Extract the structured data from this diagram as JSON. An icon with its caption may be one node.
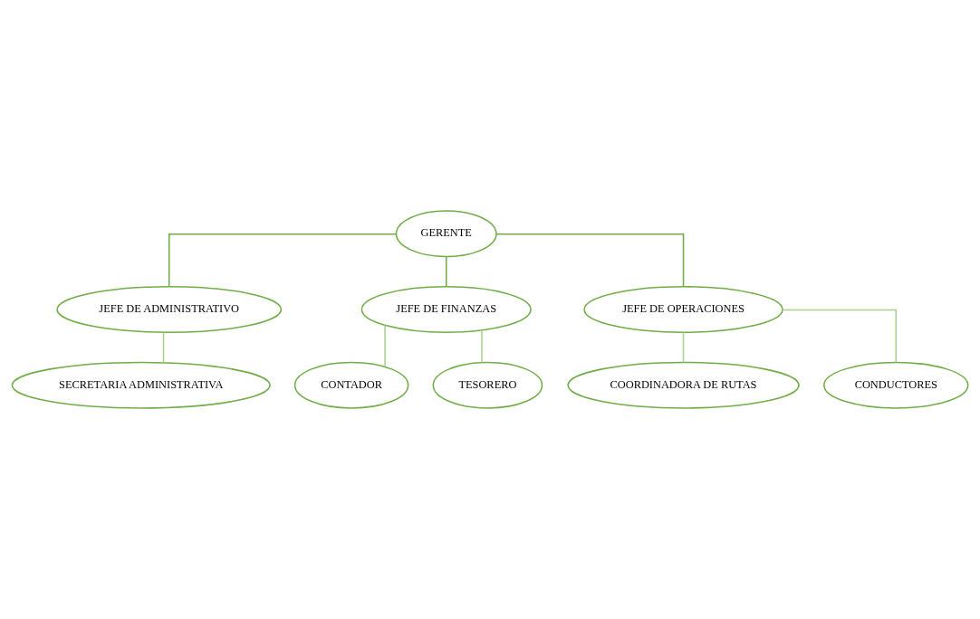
{
  "diagram": {
    "nodes": [
      {
        "text": [
          "GERENTE"
        ]
      },
      {
        "text": [
          "JEFE DE ADMINISTRATIVO"
        ]
      },
      {
        "text": [
          "JEFE DE FINANZAS"
        ]
      },
      {
        "text": [
          "JEFE DE OPERACIONES"
        ]
      },
      {
        "text": [
          "SECRETARIA ADMINISTRATIVA"
        ]
      },
      {
        "text": [
          "CONTADOR"
        ]
      },
      {
        "text": [
          "TESORERO"
        ]
      },
      {
        "text": [
          "COORDINADORA DE RUTAS"
        ]
      },
      {
        "text": [
          "CONDUCTORES"
        ]
      }
    ],
    "edges": [
      {
        "from": 0,
        "to": 1,
        "arrow": "none",
        "color": "#70ad47"
      },
      {
        "from": 0,
        "to": 2,
        "arrow": "none",
        "color": "#70ad47"
      },
      {
        "from": 0,
        "to": 3,
        "arrow": "none",
        "color": "#70ad47"
      },
      {
        "from": 1,
        "to": 4,
        "arrow": "none"
      },
      {
        "from": 2,
        "to": 5,
        "arrow": "none"
      },
      {
        "from": 2,
        "to": 6,
        "arrow": "none"
      },
      {
        "from": 3,
        "to": 7,
        "arrow": "none"
      },
      {
        "from": 3,
        "to": 8,
        "arrow": "none"
      }
    ]
  }
}
